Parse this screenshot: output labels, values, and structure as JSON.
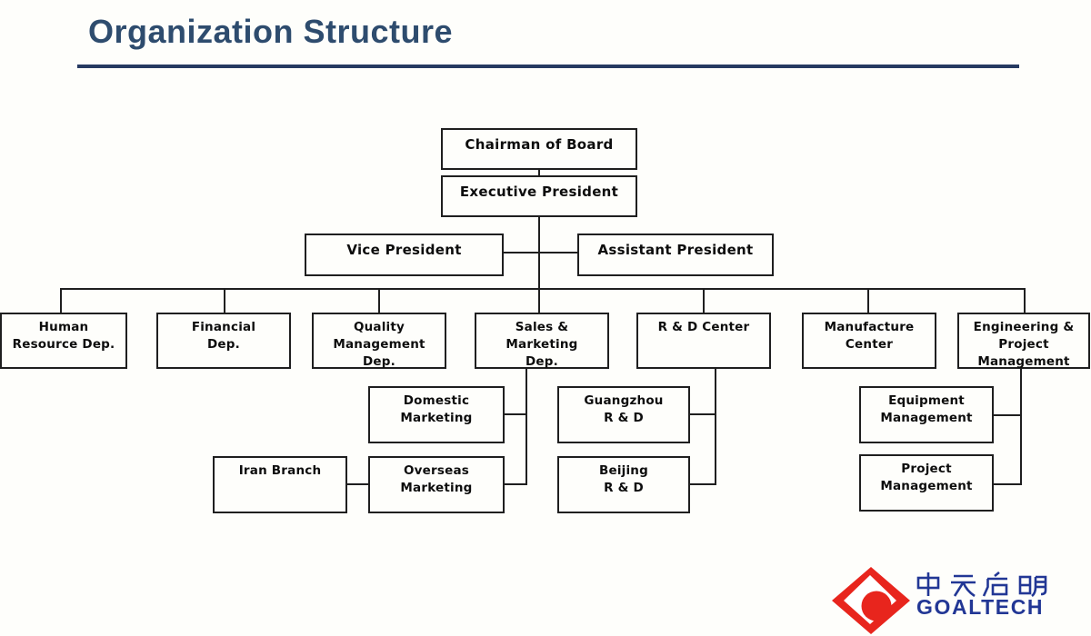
{
  "page": {
    "title": "Organization Structure"
  },
  "accent_colors": {
    "title_text": "#2e4c6e",
    "title_rule": "#263a61",
    "box_border": "#1f1f1f",
    "logo_red": "#e8251d",
    "logo_blue": "#223795"
  },
  "org_chart": {
    "nodes": {
      "chairman": "Chairman of Board",
      "executive": "Executive President",
      "vice_president": "Vice President",
      "assistant_president": "Assistant President",
      "human_resource": "Human\nResource Dep.",
      "financial": "Financial\nDep.",
      "quality": "Quality\nManagement\nDep.",
      "sales_marketing": "Sales &\nMarketing\nDep.",
      "rd_center": "R & D Center",
      "manufacture": "Manufacture\nCenter",
      "engineering": "Engineering &\nProject\nManagement",
      "domestic_marketing": "Domestic\nMarketing",
      "overseas_marketing": "Overseas\nMarketing",
      "iran_branch": "Iran Branch",
      "guangzhou_rd": "Guangzhou\nR & D",
      "beijing_rd": "Beijing\nR & D",
      "equipment_mgmt": "Equipment\nManagement",
      "project_mgmt": "Project\nManagement"
    }
  },
  "logo": {
    "chinese": "中天启明",
    "latin": "GOALTECH"
  }
}
